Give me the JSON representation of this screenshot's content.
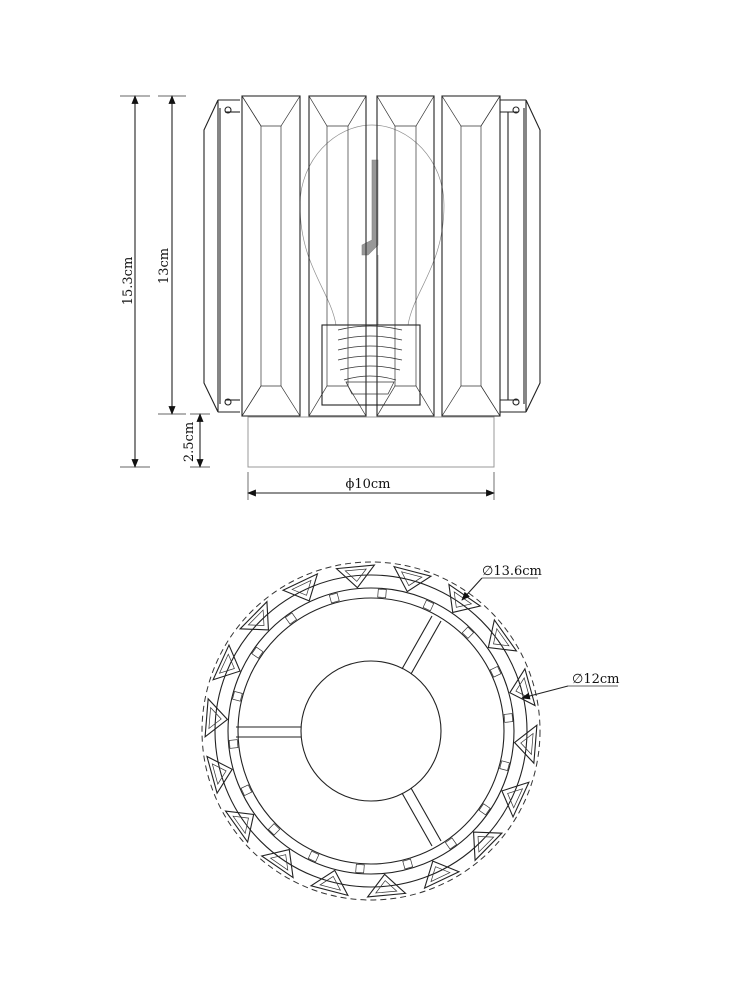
{
  "side_view": {
    "dims": {
      "total_height": "15.3cm",
      "shade_height": "13cm",
      "base_height": "2.5cm",
      "base_diameter": "ϕ10cm"
    }
  },
  "top_view": {
    "dims": {
      "outer_diameter": "∅13.6cm",
      "inner_diameter": "∅12cm"
    }
  }
}
